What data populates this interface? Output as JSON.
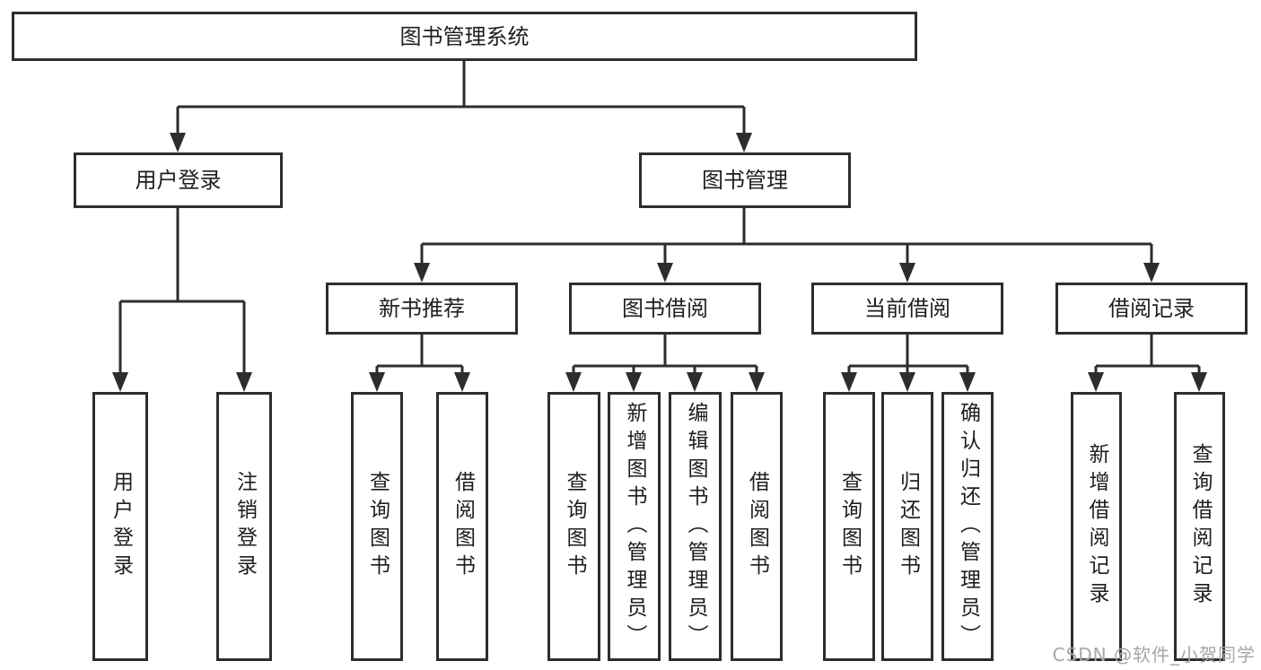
{
  "colors": {
    "line": "#2d2d2d",
    "box_border": "#2d2d2d",
    "box_background": "#ffffff",
    "text": "#1e1e1e",
    "watermark": "#a6a6a6",
    "page_background": "#ffffff"
  },
  "watermark": {
    "text": "CSDN @软件_小贺同学"
  },
  "tree": {
    "root": {
      "label": "图书管理系统"
    },
    "branches": [
      {
        "label": "用户登录",
        "children": [
          {
            "label": "用户登录"
          },
          {
            "label": "注销登录"
          }
        ]
      },
      {
        "label": "图书管理",
        "children": [
          {
            "label": "新书推荐",
            "children": [
              {
                "label": "查询图书"
              },
              {
                "label": "借阅图书"
              }
            ]
          },
          {
            "label": "图书借阅",
            "children": [
              {
                "label": "查询图书"
              },
              {
                "label": "新增图书（管理员）"
              },
              {
                "label": "编辑图书（管理员）"
              },
              {
                "label": "借阅图书"
              }
            ]
          },
          {
            "label": "当前借阅",
            "children": [
              {
                "label": "查询图书"
              },
              {
                "label": "归还图书"
              },
              {
                "label": "确认归还（管理员）"
              }
            ]
          },
          {
            "label": "借阅记录",
            "children": [
              {
                "label": "新增借阅记录"
              },
              {
                "label": "查询借阅记录"
              }
            ]
          }
        ]
      }
    ]
  }
}
